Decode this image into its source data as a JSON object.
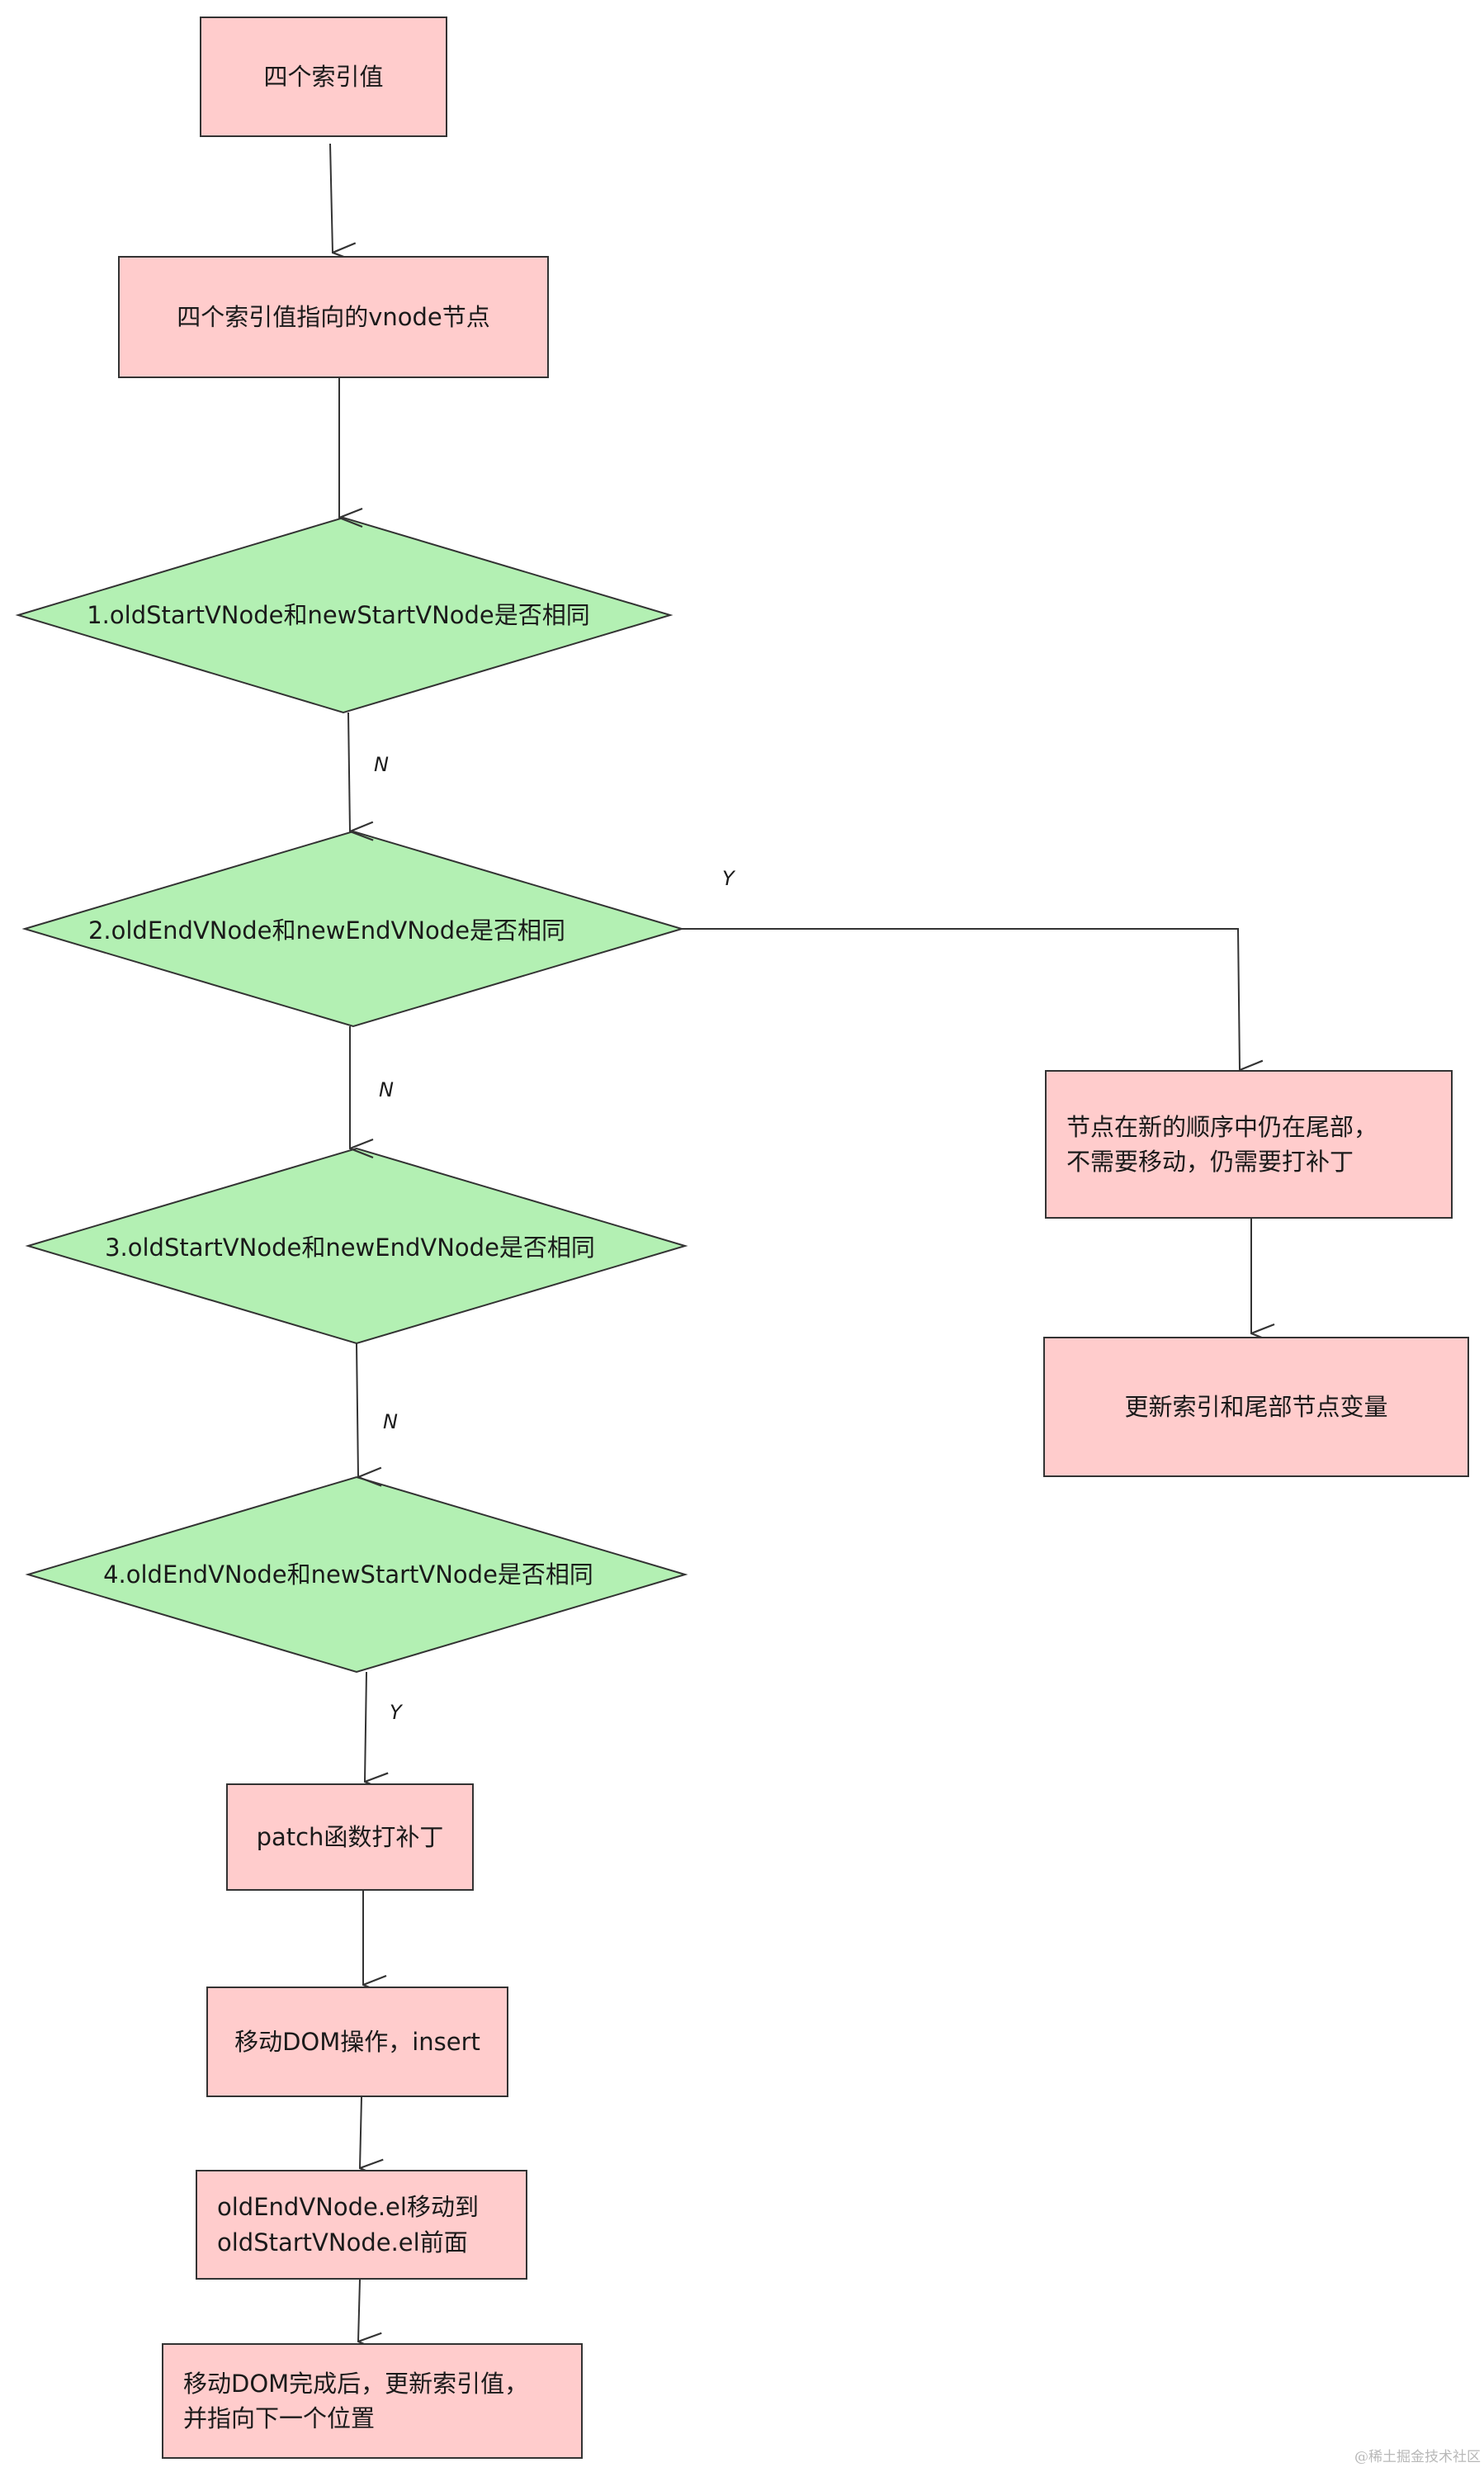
{
  "nodes": {
    "n1": "四个索引值",
    "n2": "四个索引值指向的vnode节点",
    "d1": "1.oldStartVNode和newStartVNode是否相同",
    "d2": "2.oldEndVNode和newEndVNode是否相同",
    "d3": "3.oldStartVNode和newEndVNode是否相同",
    "d4": "4.oldEndVNode和newStartVNode是否相同",
    "r1_line1": "节点在新的顺序中仍在尾部，",
    "r1_line2": "不需要移动，仍需要打补丁",
    "r2": "更新索引和尾部节点变量",
    "p1": "patch函数打补丁",
    "p2": "移动DOM操作，insert",
    "p3_line1": "oldEndVNode.el移动到",
    "p3_line2": "oldStartVNode.el前面",
    "p4_line1": "移动DOM完成后，更新索引值，",
    "p4_line2": "并指向下一个位置"
  },
  "edge_labels": {
    "d1_no": "N",
    "d2_yes": "Y",
    "d2_no": "N",
    "d3_no": "N",
    "d4_yes": "Y"
  },
  "colors": {
    "process_fill": "#ffcccc",
    "decision_fill": "#b3f0b3",
    "stroke": "#333333"
  },
  "watermark": "@稀土掘金技术社区"
}
